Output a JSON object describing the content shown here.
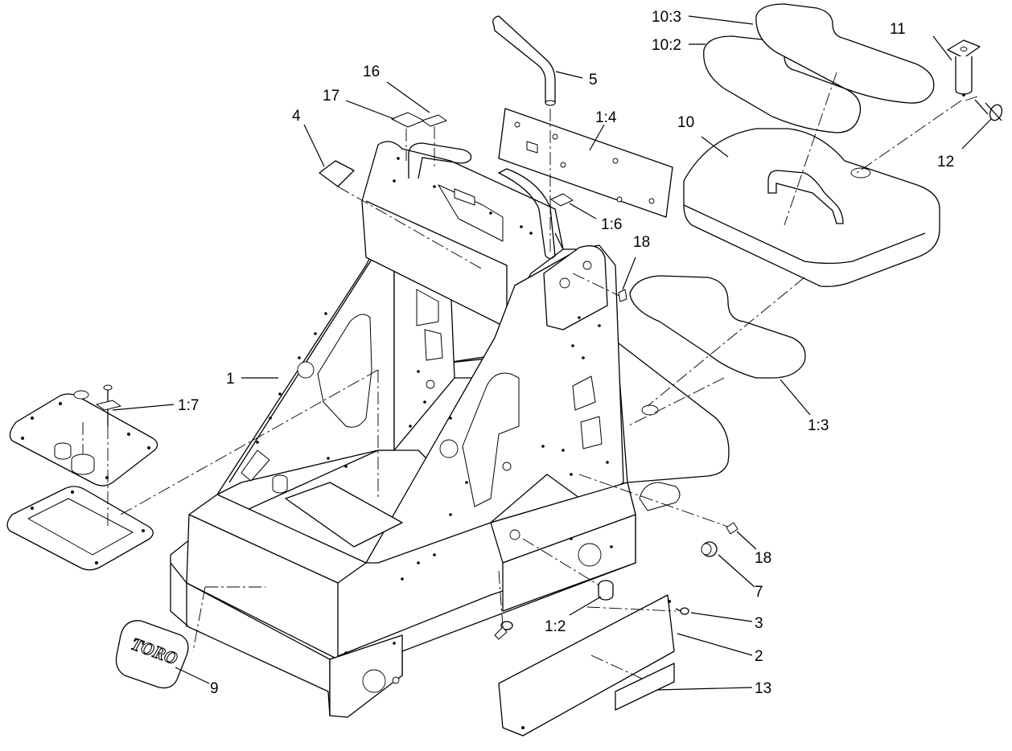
{
  "diagram": {
    "logo_text": "TORO",
    "callouts": [
      {
        "id": "c-10-3",
        "label": "10:3"
      },
      {
        "id": "c-10-2",
        "label": "10:2"
      },
      {
        "id": "c-11",
        "label": "11"
      },
      {
        "id": "c-5",
        "label": "5"
      },
      {
        "id": "c-16",
        "label": "16"
      },
      {
        "id": "c-17",
        "label": "17"
      },
      {
        "id": "c-4",
        "label": "4"
      },
      {
        "id": "c-1-4",
        "label": "1:4"
      },
      {
        "id": "c-10",
        "label": "10"
      },
      {
        "id": "c-12",
        "label": "12"
      },
      {
        "id": "c-1-6",
        "label": "1:6"
      },
      {
        "id": "c-18a",
        "label": "18"
      },
      {
        "id": "c-1",
        "label": "1"
      },
      {
        "id": "c-1-7",
        "label": "1:7"
      },
      {
        "id": "c-1-3",
        "label": "1:3"
      },
      {
        "id": "c-18b",
        "label": "18"
      },
      {
        "id": "c-7",
        "label": "7"
      },
      {
        "id": "c-3",
        "label": "3"
      },
      {
        "id": "c-1-2",
        "label": "1:2"
      },
      {
        "id": "c-2",
        "label": "2"
      },
      {
        "id": "c-9",
        "label": "9"
      },
      {
        "id": "c-13",
        "label": "13"
      }
    ]
  }
}
